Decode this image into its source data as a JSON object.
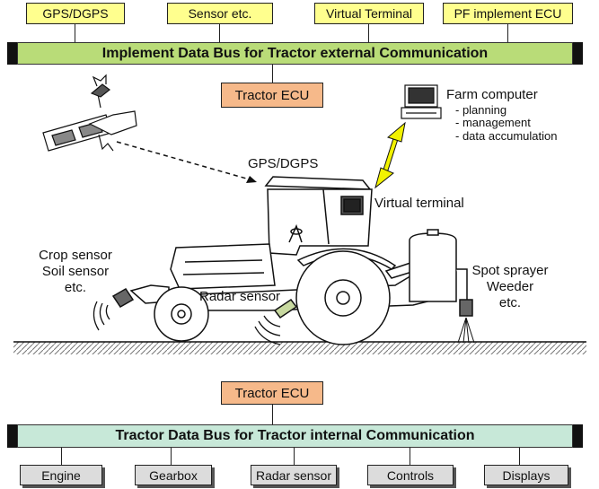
{
  "top_boxes": [
    "GPS/DGPS",
    "Sensor etc.",
    "Virtual Terminal",
    "PF implement ECU"
  ],
  "implement_bus": "Implement Data Bus for Tractor external Communication",
  "tractor_ecu_top": "Tractor ECU",
  "farm_computer": {
    "title": "Farm computer",
    "items": [
      "- planning",
      "- management",
      "- data accumulation"
    ]
  },
  "gps_label": "GPS/DGPS",
  "virtual_terminal": "Virtual terminal",
  "crop_sensor": [
    "Crop sensor",
    "Soil sensor",
    "etc."
  ],
  "radar_sensor": "Radar sensor",
  "spot_sprayer": [
    "Spot sprayer",
    "Weeder",
    "etc."
  ],
  "tractor_ecu_bottom": "Tractor ECU",
  "tractor_bus": "Tractor Data Bus for Tractor internal Communication",
  "bottom_boxes": [
    "Engine",
    "Gearbox",
    "Radar sensor",
    "Controls",
    "Displays"
  ],
  "colors": {
    "yellow_box": "#ffff8e",
    "implement_bus": "#b9dc78",
    "ecu": "#f6b98a",
    "tractor_bus": "#c7e8d8",
    "gray_box": "#dcdcdc",
    "arrow_yellow": "#f2f200"
  }
}
